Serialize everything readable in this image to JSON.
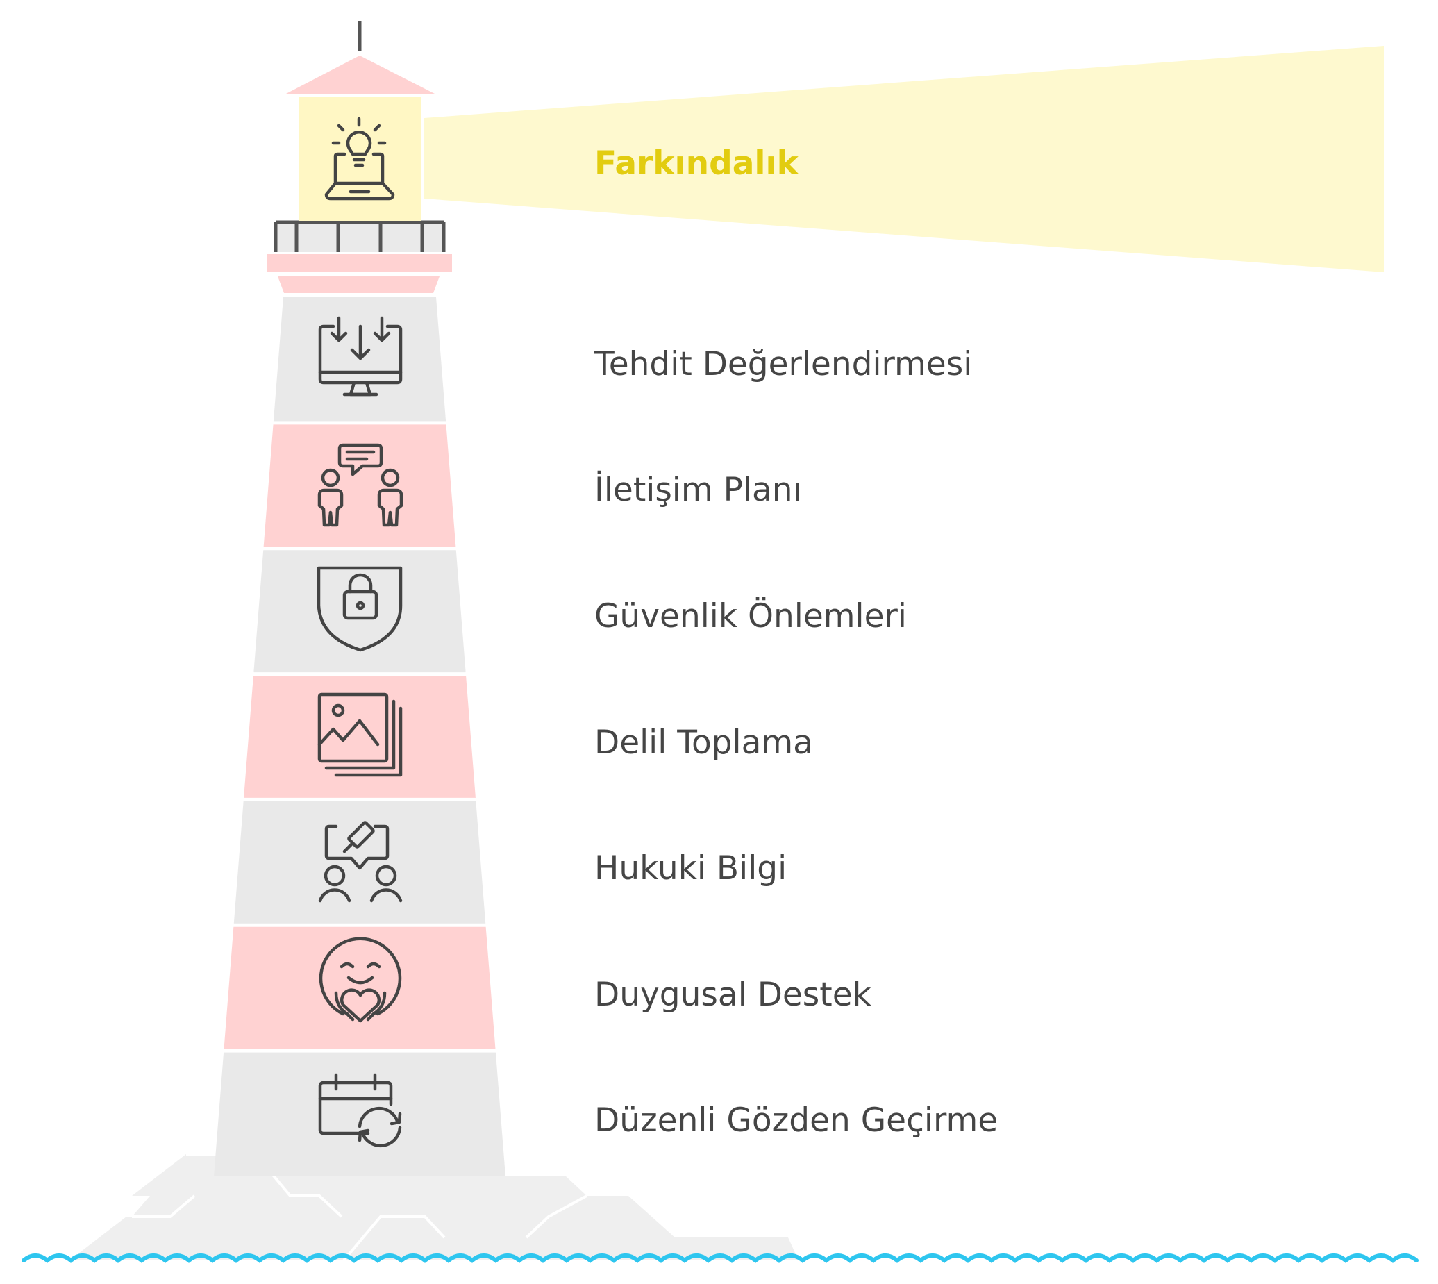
{
  "diagram": {
    "type": "lighthouse",
    "top_item": {
      "label": "Farkındalık",
      "icon": "laptop-lightbulb-icon"
    },
    "items": [
      {
        "label": "Tehdit Değerlendirmesi",
        "icon": "monitor-download-icon"
      },
      {
        "label": "İletişim Planı",
        "icon": "people-chat-icon"
      },
      {
        "label": "Güvenlik Önlemleri",
        "icon": "shield-lock-icon"
      },
      {
        "label": "Delil Toplama",
        "icon": "image-stack-icon"
      },
      {
        "label": "Hukuki Bilgi",
        "icon": "gavel-consult-icon"
      },
      {
        "label": "Duygusal Destek",
        "icon": "self-hug-icon"
      },
      {
        "label": "Düzenli Gözden Geçirme",
        "icon": "calendar-refresh-icon"
      }
    ]
  },
  "colors": {
    "beam": "#fef9cf",
    "lamp": "#fff7c4",
    "highlight_text": "#e2cc10",
    "text": "#454545",
    "stripe_pink": "#ffd2d2",
    "stripe_gray": "#e9e9e9",
    "icon_stroke": "#444444",
    "rocks": "#efefef",
    "water": "#2ec6ef"
  }
}
